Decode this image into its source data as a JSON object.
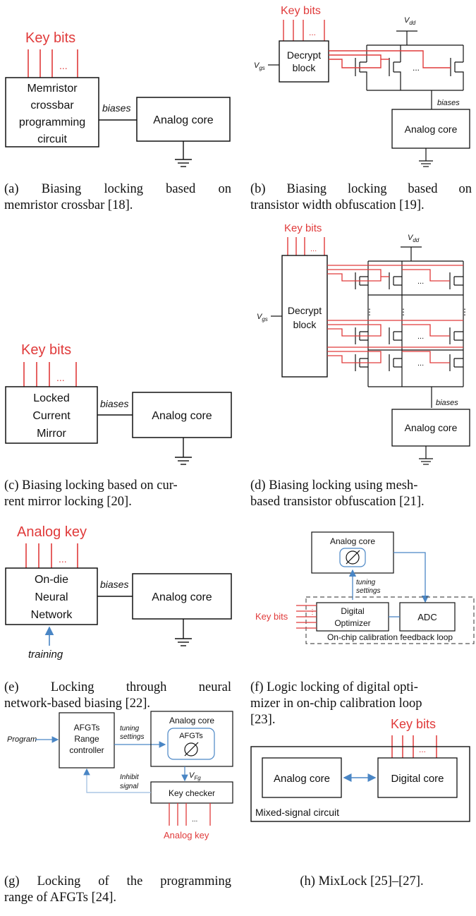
{
  "colors": {
    "red": "#e03a3a",
    "blue": "#4a86c5",
    "black": "#111111",
    "gray": "#555555"
  },
  "panel_a": {
    "key_bits": "Key bits",
    "dots": "...",
    "block_lines": [
      "Memristor",
      "crossbar",
      "programming",
      "circuit"
    ],
    "biases": "biases",
    "analog": "Analog core",
    "caption_l1": "(a) Biasing locking based on",
    "caption_l2": "memristor crossbar [18]."
  },
  "panel_b": {
    "key_bits": "Key bits",
    "dots": "...",
    "vdd": "V",
    "vdd_sub": "dd",
    "vgs": "V",
    "vgs_sub": "gs",
    "decrypt_lines": [
      "Decrypt",
      "block"
    ],
    "ellipsis": "...",
    "biases": "biases",
    "analog": "Analog core",
    "caption_l1": "(b) Biasing locking based on",
    "caption_l2": "transistor width obfuscation [19]."
  },
  "panel_c": {
    "key_bits": "Key bits",
    "dots": "...",
    "block_lines": [
      "Locked",
      "Current",
      "Mirror"
    ],
    "biases": "biases",
    "analog": "Analog core",
    "caption_l1": "(c) Biasing locking based on cur-",
    "caption_l2": "rent mirror locking [20]."
  },
  "panel_d": {
    "key_bits": "Key bits",
    "dots": "...",
    "vdd": "V",
    "vdd_sub": "dd",
    "vgs": "V",
    "vgs_sub": "gs",
    "decrypt_lines": [
      "Decrypt",
      "block"
    ],
    "ellipsis": "...",
    "vdots": "⋮",
    "biases": "biases",
    "analog": "Analog core",
    "caption_l1": "(d) Biasing locking using mesh-",
    "caption_l2": "based transistor obfuscation [21]."
  },
  "panel_e": {
    "key": "Analog key",
    "dots": "...",
    "block_lines": [
      "On-die",
      "Neural",
      "Network"
    ],
    "biases": "biases",
    "analog": "Analog core",
    "training": "training",
    "caption_l1": "(e)   Locking   through   neural",
    "caption_l2": "network-based biasing [22]."
  },
  "panel_f": {
    "analog": "Analog core",
    "tuning_l1": "tuning",
    "tuning_l2": "settings",
    "optimizer_lines": [
      "Digital",
      "Optimizer"
    ],
    "adc": "ADC",
    "key_bits": "Key bits",
    "loop": "On-chip calibration feedback loop",
    "vdots": "⋮",
    "caption_l1": "(f) Logic locking of digital opti-",
    "caption_l2": "mizer in on-chip calibration loop",
    "caption_l3": "[23]."
  },
  "panel_g": {
    "program": "Program",
    "controller_lines": [
      "AFGTs",
      "Range",
      "controller"
    ],
    "tuning_l1": "tuning",
    "tuning_l2": "settings",
    "analog": "Analog core",
    "afgts": "AFGTs",
    "vfg": "V",
    "vfg_sub": "Fg",
    "inhibit_l1": "Inhibit",
    "inhibit_l2": "signal",
    "checker": "Key checker",
    "dots": "...",
    "key": "Analog key",
    "caption_l1": "(g) Locking of the programming",
    "caption_l2": "range of AFGTs [24]."
  },
  "panel_h": {
    "key_bits": "Key bits",
    "dots": "...",
    "analog": "Analog core",
    "digital": "Digital core",
    "mixed": "Mixed-signal circuit",
    "caption": "(h) MixLock [25]–[27]."
  }
}
